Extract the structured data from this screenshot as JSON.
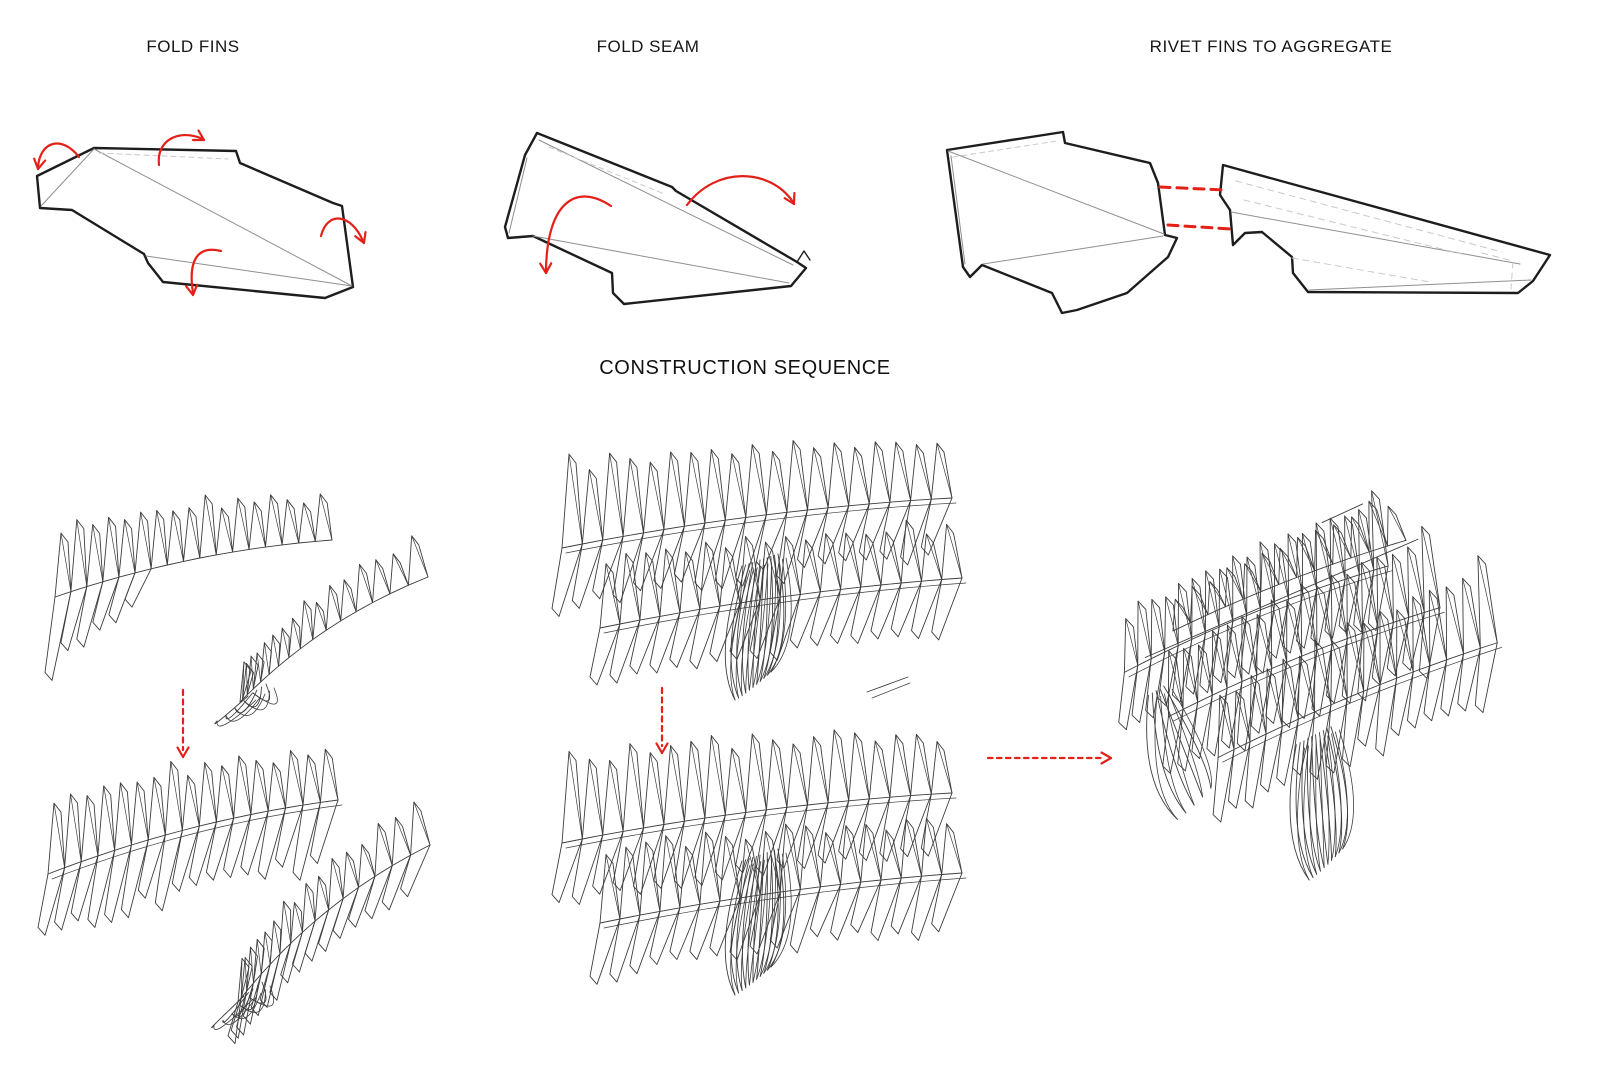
{
  "page": {
    "background": "#ffffff"
  },
  "colors": {
    "ink": "#161616",
    "outline": "#1d1d1d",
    "fold": "#8f8f8f",
    "hidden": "#c9c9c9",
    "wireframe": "#3d3d3d",
    "accent": "#e32119",
    "panel_fill": "#ffffff"
  },
  "steps": [
    {
      "id": "fold-fins",
      "label": "FOLD FINS",
      "red_arrows": 4
    },
    {
      "id": "fold-seam",
      "label": "FOLD SEAM",
      "red_arrows": 2
    },
    {
      "id": "rivet-fins-to-aggregate",
      "label": "RIVET FINS TO AGGREGATE",
      "rivet_lines": 2
    }
  ],
  "sequence": {
    "title": "CONSTRUCTION SEQUENCE",
    "stages": [
      {
        "id": "fin-strips-flat",
        "strips": 2
      },
      {
        "id": "fin-strips-folded",
        "strips": 2
      },
      {
        "id": "module-pair",
        "rows": 2
      },
      {
        "id": "module-pair-stacked",
        "rows": 2
      },
      {
        "id": "aggregate",
        "rows": 3
      }
    ],
    "arrows": [
      {
        "id": "strips-to-folded",
        "direction": "down",
        "style": "dashed"
      },
      {
        "id": "modules-to-stacked",
        "direction": "down",
        "style": "dashed"
      },
      {
        "id": "stacked-to-aggregate",
        "direction": "right",
        "style": "dashed"
      }
    ]
  }
}
